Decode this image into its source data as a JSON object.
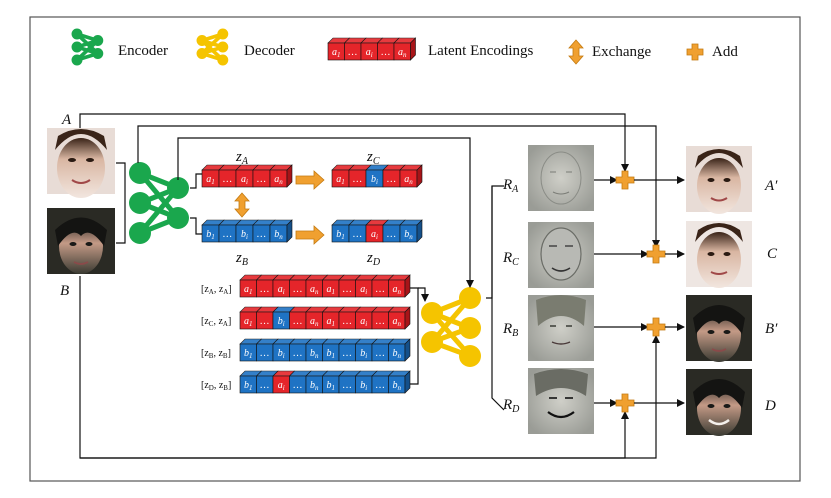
{
  "legend": {
    "encoder": "Encoder",
    "decoder": "Decoder",
    "latent": "Latent Encodings",
    "exchange": "Exchange",
    "add": "Add"
  },
  "labels": {
    "A": "A",
    "B": "B",
    "zA": "z_A",
    "zB": "z_B",
    "zC": "z_C",
    "zD": "z_D",
    "RA": "R_A",
    "RC": "R_C",
    "RB": "R_B",
    "RD": "R_D",
    "Ap": "A′",
    "C": "C",
    "Bp": "B′",
    "D": "D"
  },
  "pairs": [
    "[z_A, z_A]",
    "[z_C, z_A]",
    "[z_B, z_B]",
    "[z_D, z_B]"
  ],
  "colors": {
    "red": "#e5252a",
    "blue": "#1f73c4",
    "encoder": "#1aa74d",
    "decoder": "#f5c400",
    "arrow": "#f0a030"
  }
}
